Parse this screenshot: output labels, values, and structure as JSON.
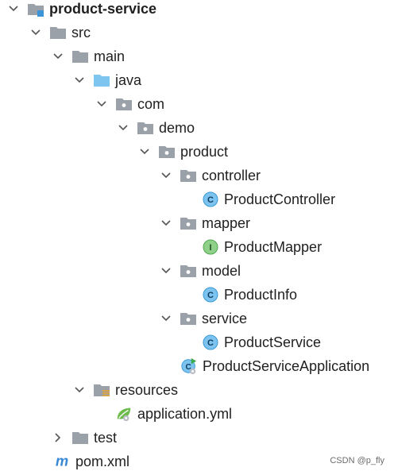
{
  "tree": {
    "root": "product-service",
    "src": "src",
    "main": "main",
    "java": "java",
    "com": "com",
    "demo": "demo",
    "product": "product",
    "controller": "controller",
    "product_controller": "ProductController",
    "mapper": "mapper",
    "product_mapper": "ProductMapper",
    "model": "model",
    "product_info": "ProductInfo",
    "service": "service",
    "product_service": "ProductService",
    "product_service_application": "ProductServiceApplication",
    "resources": "resources",
    "application_yml": "application.yml",
    "test": "test",
    "pom": "pom.xml"
  },
  "class_icon_letter": "C",
  "interface_icon_letter": "I",
  "maven_icon_letter": "m",
  "watermark": "CSDN @p_fly",
  "colors": {
    "folder_gray": "#9aa1a8",
    "source_folder_blue": "#7ec6ef",
    "class_blue": "#40a9e8",
    "interface_green": "#5fb85f",
    "run_green": "#3cab4c",
    "maven_blue": "#3a88d6"
  }
}
